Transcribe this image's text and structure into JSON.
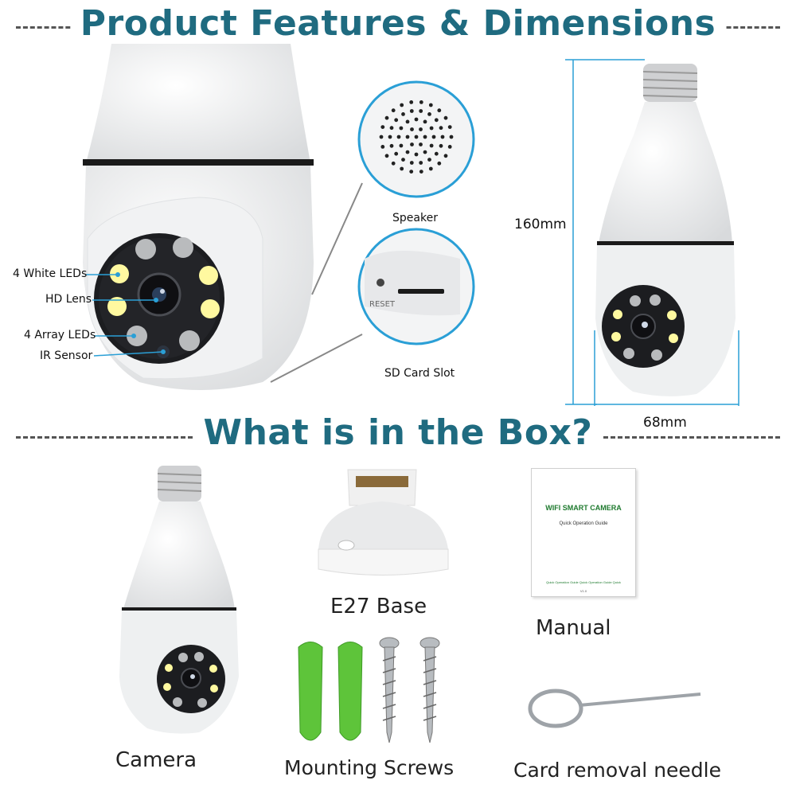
{
  "headings": {
    "features": "Product Features & Dimensions",
    "box": "What is in the Box?"
  },
  "callouts": {
    "white_leds": "4 White LEDs",
    "hd_lens": "HD Lens",
    "array_leds": "4 Array LEDs",
    "ir_sensor": "IR Sensor",
    "speaker": "Speaker",
    "sd_slot": "SD Card Slot",
    "reset": "RESET"
  },
  "dimensions": {
    "height": "160mm",
    "width": "68mm"
  },
  "box_items": {
    "camera": "Camera",
    "e27_base": "E27 Base",
    "manual": "Manual",
    "screws": "Mounting Screws",
    "needle": "Card removal needle"
  },
  "manual_booklet": {
    "title": "WIFI SMART CAMERA",
    "subtitle": "Quick Operation Guide",
    "footer": "Quick Operation Guide Quick Operation Guide Quick",
    "version": "V1.0"
  },
  "colors": {
    "heading": "#1f6b80",
    "callout_line": "#2a9fd6",
    "manual_title": "#1e7a2e",
    "anchor_green": "#5ec43a"
  }
}
